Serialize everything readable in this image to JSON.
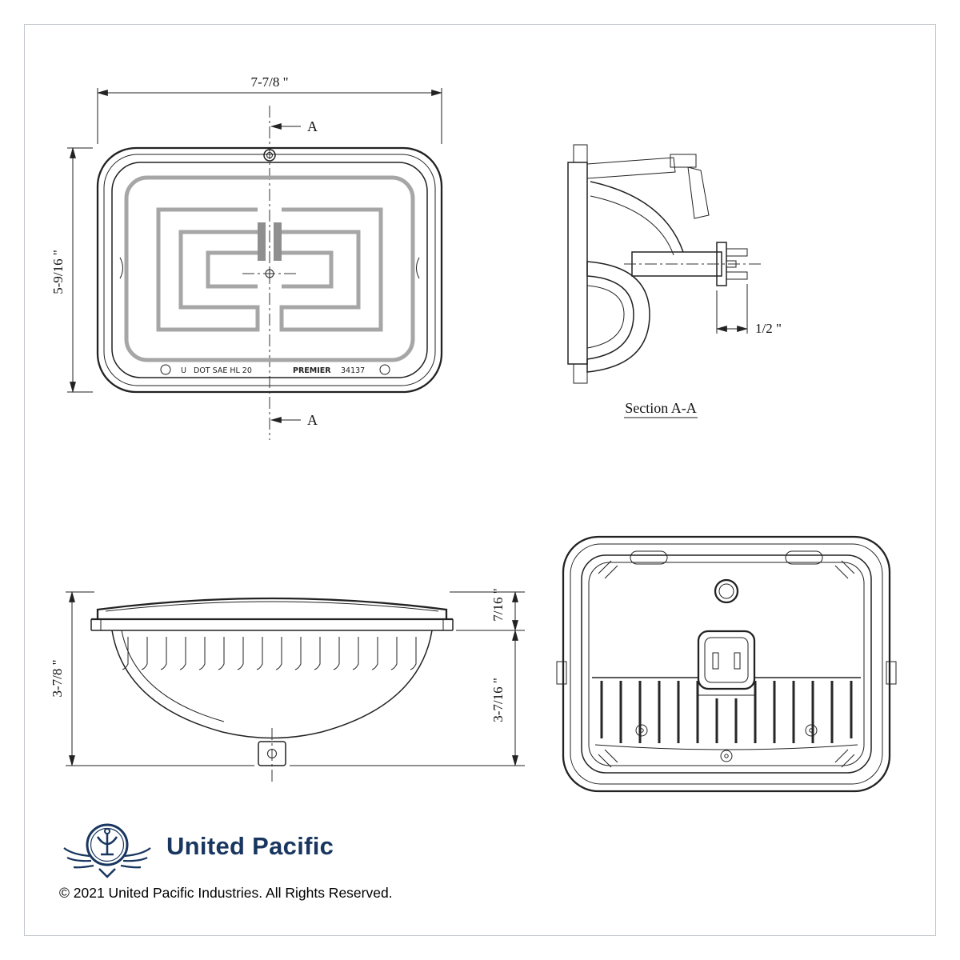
{
  "page": {
    "copyright": "© 2021 United Pacific Industries. All Rights Reserved."
  },
  "logo": {
    "brand": "United Pacific",
    "color": "#18365f"
  },
  "front_view": {
    "dim_width": "7-7/8 \"",
    "dim_height": "5-9/16 \"",
    "section_marker_top": "A",
    "section_marker_bottom": "A",
    "marking_u": "U",
    "marking_dot": "DOT SAE HL 20",
    "marking_brand": "PREMIER",
    "marking_number": "34137"
  },
  "section_view": {
    "label": "Section A-A",
    "dim_depth": "1/2 \""
  },
  "side_view": {
    "dim_height_total": "3-7/8 \"",
    "dim_lens": "7/16 \"",
    "dim_body": "3-7/16 \""
  },
  "colors": {
    "line": "#222222",
    "heater_trace": "#a6a6a6",
    "logo_navy": "#18365f",
    "frame": "#c4c7cc"
  }
}
